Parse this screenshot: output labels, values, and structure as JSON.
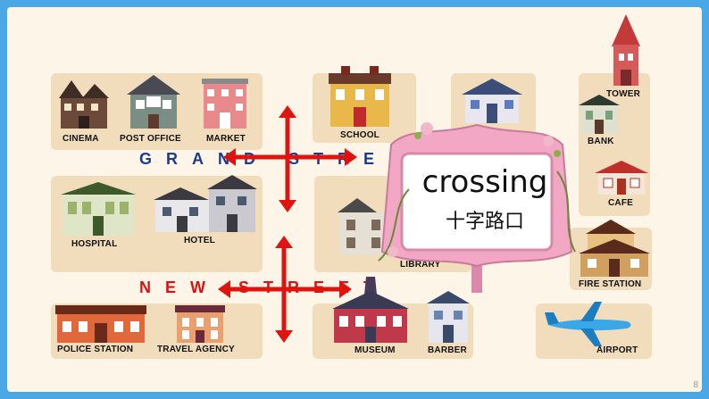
{
  "streets": {
    "top": "GRAND STREET",
    "bottom": "NEW STREET"
  },
  "places": {
    "cinema": "CINEMA",
    "post_office": "POST OFFICE",
    "market": "MARKET",
    "school": "SCHOOL",
    "tower": "TOWER",
    "bank": "BANK",
    "cafe": "CAFE",
    "hospital": "HOSPITAL",
    "hotel": "HOTEL",
    "library": "LIBRARY",
    "fire_station": "FIRE STATION",
    "police_station": "POLICE STATION",
    "travel_agency": "TRAVEL AGENCY",
    "museum": "MUSEUM",
    "barber": "BARBER",
    "airport": "AIRPORT"
  },
  "sign": {
    "english": "crossing",
    "chinese": "十字路口"
  },
  "slide_number": "8",
  "colors": {
    "frame": "#4aa8e6",
    "block": "#f1dcbc",
    "sign_pink": "#f2a7c4",
    "arrow_red": "#e0140f",
    "street_blue": "#1a3c8f"
  }
}
